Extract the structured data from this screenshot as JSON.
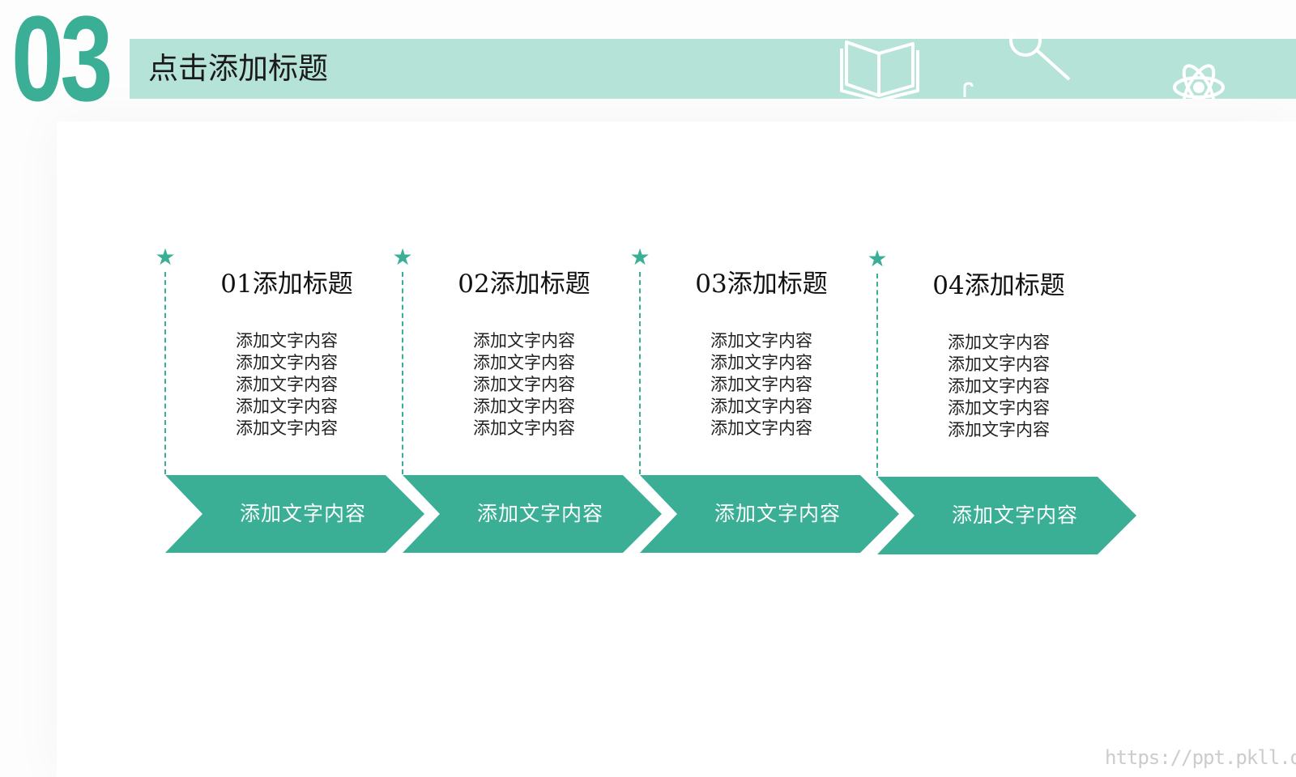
{
  "header": {
    "section_number": "03",
    "title": "点击添加标题"
  },
  "steps": [
    {
      "title": "01添加标题",
      "lines": [
        "添加文字内容",
        "添加文字内容",
        "添加文字内容",
        "添加文字内容",
        "添加文字内容"
      ],
      "arrow_label": "添加文字内容"
    },
    {
      "title": "02添加标题",
      "lines": [
        "添加文字内容",
        "添加文字内容",
        "添加文字内容",
        "添加文字内容",
        "添加文字内容"
      ],
      "arrow_label": "添加文字内容"
    },
    {
      "title": "03添加标题",
      "lines": [
        "添加文字内容",
        "添加文字内容",
        "添加文字内容",
        "添加文字内容",
        "添加文字内容"
      ],
      "arrow_label": "添加文字内容"
    },
    {
      "title": "04添加标题",
      "lines": [
        "添加文字内容",
        "添加文字内容",
        "添加文字内容",
        "添加文字内容",
        "添加文字内容"
      ],
      "arrow_label": "添加文字内容"
    }
  ],
  "watermark": "https://ppt.pkll.de",
  "icons": {
    "step_marker": "star-icon",
    "decorations": [
      "open-book-icon",
      "magnifier-icon",
      "atom-icon"
    ]
  },
  "colors": {
    "accent": "#3aaf95",
    "header_bar": "#b6e3d8",
    "arrow_fill": "#3aaf95"
  }
}
